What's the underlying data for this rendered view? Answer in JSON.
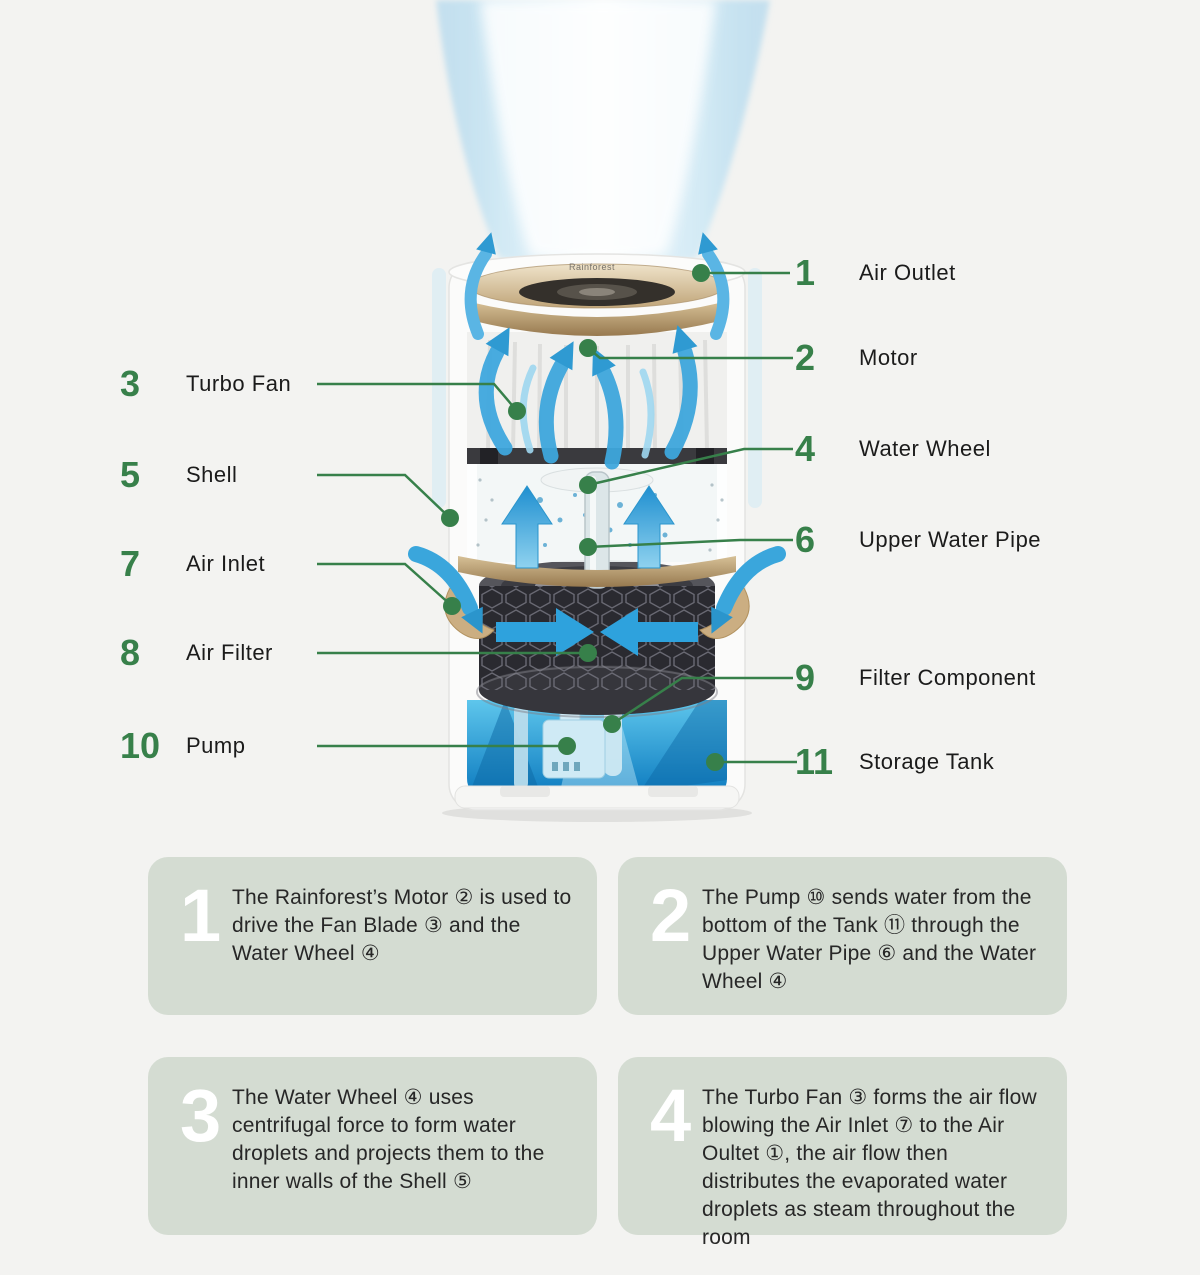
{
  "page": {
    "background": "#f3f3f1",
    "accent_green": "#37804A",
    "box_background": "#d4dcd2",
    "arrow_blue": "#3aa6dc"
  },
  "device": {
    "brand": "Rainforest"
  },
  "callouts": {
    "left": [
      {
        "num": "3",
        "label": "Turbo Fan"
      },
      {
        "num": "5",
        "label": "Shell"
      },
      {
        "num": "7",
        "label": "Air Inlet"
      },
      {
        "num": "8",
        "label": "Air Filter"
      },
      {
        "num": "10",
        "label": "Pump"
      }
    ],
    "right": [
      {
        "num": "1",
        "label": "Air Outlet"
      },
      {
        "num": "2",
        "label": "Motor"
      },
      {
        "num": "4",
        "label": "Water Wheel"
      },
      {
        "num": "6",
        "label": "Upper Water Pipe"
      },
      {
        "num": "9",
        "label": "Filter Component"
      },
      {
        "num": "11",
        "label": "Storage Tank"
      }
    ]
  },
  "info_boxes": [
    {
      "num": "1",
      "text": "The Rainforest’s Motor ② is used to drive the Fan Blade ③ and the Water Wheel ④"
    },
    {
      "num": "2",
      "text": "The Pump ⑩ sends water from the bottom of the Tank ⑪ through the Upper Water Pipe ⑥ and the Water Wheel ④"
    },
    {
      "num": "3",
      "text": "The Water Wheel ④ uses centrifugal force to form water droplets and projects them to the inner walls of the Shell ⑤"
    },
    {
      "num": "4",
      "text": "The Turbo Fan ③ forms the air flow blowing the Air Inlet ⑦ to the Air Oultet ①, the air flow then distributes the evaporated water droplets as steam throughout the room"
    }
  ]
}
